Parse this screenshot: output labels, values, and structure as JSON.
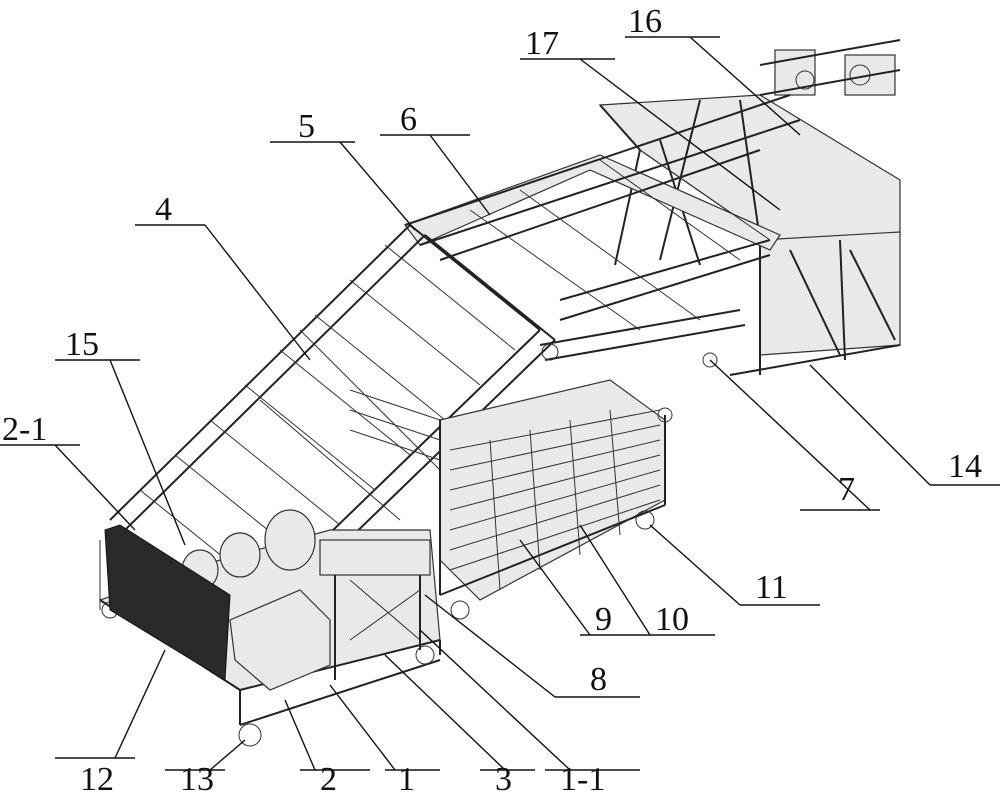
{
  "callouts": [
    {
      "id": "c16",
      "text": "16"
    },
    {
      "id": "c17",
      "text": "17"
    },
    {
      "id": "c5",
      "text": "5"
    },
    {
      "id": "c6",
      "text": "6"
    },
    {
      "id": "c4",
      "text": "4"
    },
    {
      "id": "c15",
      "text": "15"
    },
    {
      "id": "c2-1",
      "text": "2-1"
    },
    {
      "id": "c7",
      "text": "7"
    },
    {
      "id": "c14",
      "text": "14"
    },
    {
      "id": "c11",
      "text": "11"
    },
    {
      "id": "c9",
      "text": "9"
    },
    {
      "id": "c10",
      "text": "10"
    },
    {
      "id": "c8",
      "text": "8"
    },
    {
      "id": "c12",
      "text": "12"
    },
    {
      "id": "c13",
      "text": "13"
    },
    {
      "id": "c2",
      "text": "2"
    },
    {
      "id": "c1",
      "text": "1"
    },
    {
      "id": "c3",
      "text": "3"
    },
    {
      "id": "c1-1",
      "text": "1-1"
    }
  ]
}
